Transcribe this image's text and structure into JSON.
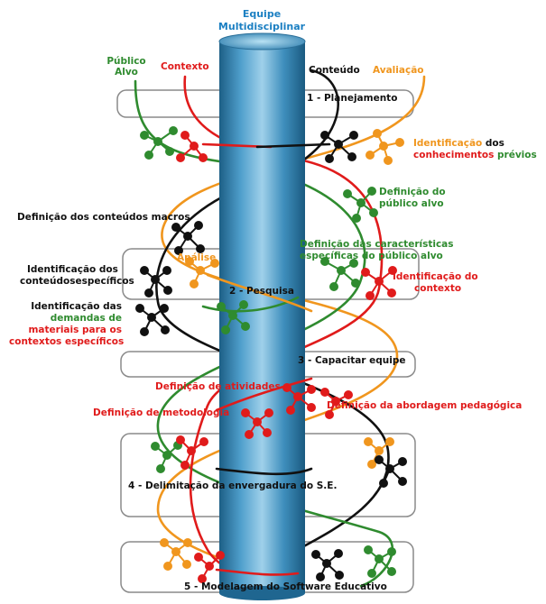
{
  "header": {
    "line1": "Equipe",
    "line2": "Multidisciplinar"
  },
  "strands": {
    "publico_line1": "Público",
    "publico_line2": "Alvo",
    "contexto": "Contexto",
    "conteudo": "Conteúdo",
    "avaliacao": "Avaliação"
  },
  "stages": [
    "1 - Planejamento",
    "2 - Pesquisa",
    "3 - Capacitar equipe",
    "4 - Delimitação da envergadura do S.E.",
    "5 - Modelagem do Software Educativo"
  ],
  "labels": {
    "ident_conhec": {
      "w1": "Identificação",
      "w2": " dos",
      "w3": "conhecimentos",
      "w4": " prévios"
    },
    "def_publico": {
      "l1": "Definição do",
      "l2": "público alvo"
    },
    "def_conteudos_macros": "Definição dos conteúdos macros",
    "def_caracteristicas": {
      "l1": "Definição das características",
      "l2": "específicas do público alvo"
    },
    "analise": "Análise",
    "ident_conteudos": {
      "l1": "Identificação dos",
      "l2": "conteúdosespecíficos"
    },
    "ident_contexto": {
      "l1": "Identificação do",
      "l2": "contexto"
    },
    "ident_demandas": {
      "l1": "Identificação das",
      "l2": "demandas de",
      "l3": "materiais para os",
      "l4": "contextos específicos"
    },
    "def_atividades": "Definição de atividades",
    "def_metodologia": "Definição de metodologia",
    "def_abordagem": "Definição da abordagem pedagógica"
  },
  "colors": {
    "green": "#2f8b2f",
    "red": "#e01b1b",
    "orange": "#f0961e",
    "black": "#111111",
    "column": "#2f7fb0",
    "title": "#1b7fc2"
  }
}
